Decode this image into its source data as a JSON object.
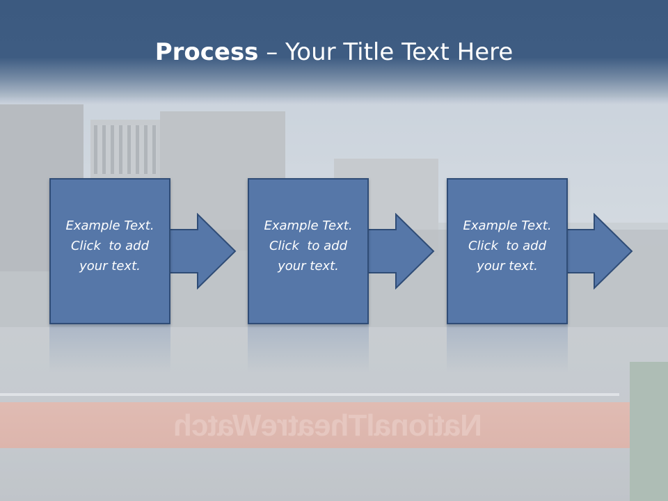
{
  "title": {
    "bold": "Process",
    "rest": " – Your Title Text Here"
  },
  "steps": [
    {
      "line1": "Example Text.",
      "line2": "Click  to add",
      "line3": "your text."
    },
    {
      "line1": "Example Text.",
      "line2": "Click  to add",
      "line3": "your text."
    },
    {
      "line1": "Example Text.",
      "line2": "Click  to add",
      "line3": "your text."
    }
  ],
  "background": {
    "sign_text": "NationalTheatreWatch"
  },
  "colors": {
    "title_bar": "#3e5c82",
    "shape_fill": "#5677a8",
    "shape_border": "#2f4c76",
    "text": "#ffffff"
  }
}
